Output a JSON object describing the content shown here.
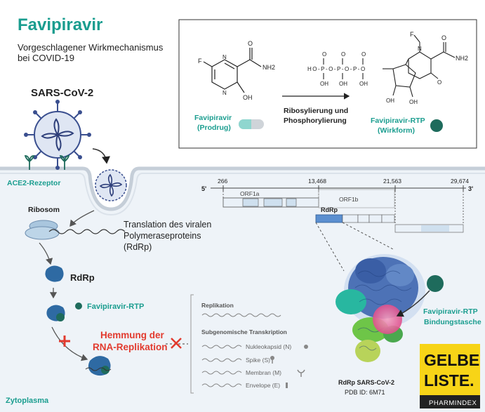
{
  "header": {
    "title": "Favipiravir",
    "subtitle_line1": "Vorgeschlagener Wirkmechanismus",
    "subtitle_line2": "bei COVID-19"
  },
  "inset": {
    "prodrug_name": "Favipiravir",
    "prodrug_role": "(Prodrug)",
    "active_name": "Favipiravir-RTP",
    "active_role": "(Wirkform)",
    "process_line1": "Ribosylierung und",
    "process_line2": "Phosphorylierung",
    "atom_f": "F",
    "atom_nh2": "NH2",
    "atom_oh": "OH",
    "atom_o": "O",
    "atom_n": "N",
    "atom_p": "P",
    "triphosphate_label": "HO-P-O-P-O-P-O",
    "phosphate_oh": "OH",
    "ribose_oh": "OH"
  },
  "cell": {
    "virus_label": "SARS-CoV-2",
    "receptor_label": "ACE2-Rezeptor",
    "ribosome_label": "Ribosom",
    "translation_line1": "Translation des viralen",
    "translation_line2": "Polymeraseproteins",
    "translation_line3": "(RdRp)",
    "rdrp_label": "RdRp",
    "rtp_label": "Favipiravir-RTP",
    "inhibition_line1": "Hemmung der",
    "inhibition_line2": "RNA-Replikation",
    "cytoplasm_label": "Zytoplasma"
  },
  "genome": {
    "five_prime": "5'",
    "three_prime": "3'",
    "positions": [
      "266",
      "13,468",
      "21,563",
      "29,674"
    ],
    "orf1a": "ORF1a",
    "orf1b": "ORF1b",
    "rdrp": "RdRp"
  },
  "processes": {
    "replication": "Replikation",
    "subgenomic": "Subgenomische Transkription",
    "items": [
      "Nukleokapsid (N)",
      "Spike (S)",
      "Membran (M)",
      "Envelope (E)"
    ]
  },
  "structure": {
    "pocket_line1": "Favipiravir-RTP",
    "pocket_line2": "Bindungstasche",
    "caption": "RdRp SARS-CoV-2",
    "pdb": "PDB ID: 6M71"
  },
  "brand": {
    "line1": "GELBE",
    "line2": "LISTE.",
    "sub": "PHARMINDEX",
    "color": "#f7d417"
  },
  "colors": {
    "teal": "#1a9d8f",
    "red": "#e23a2e",
    "virus_blue": "#3a4f8f",
    "cell_bg": "#eef3f8"
  }
}
